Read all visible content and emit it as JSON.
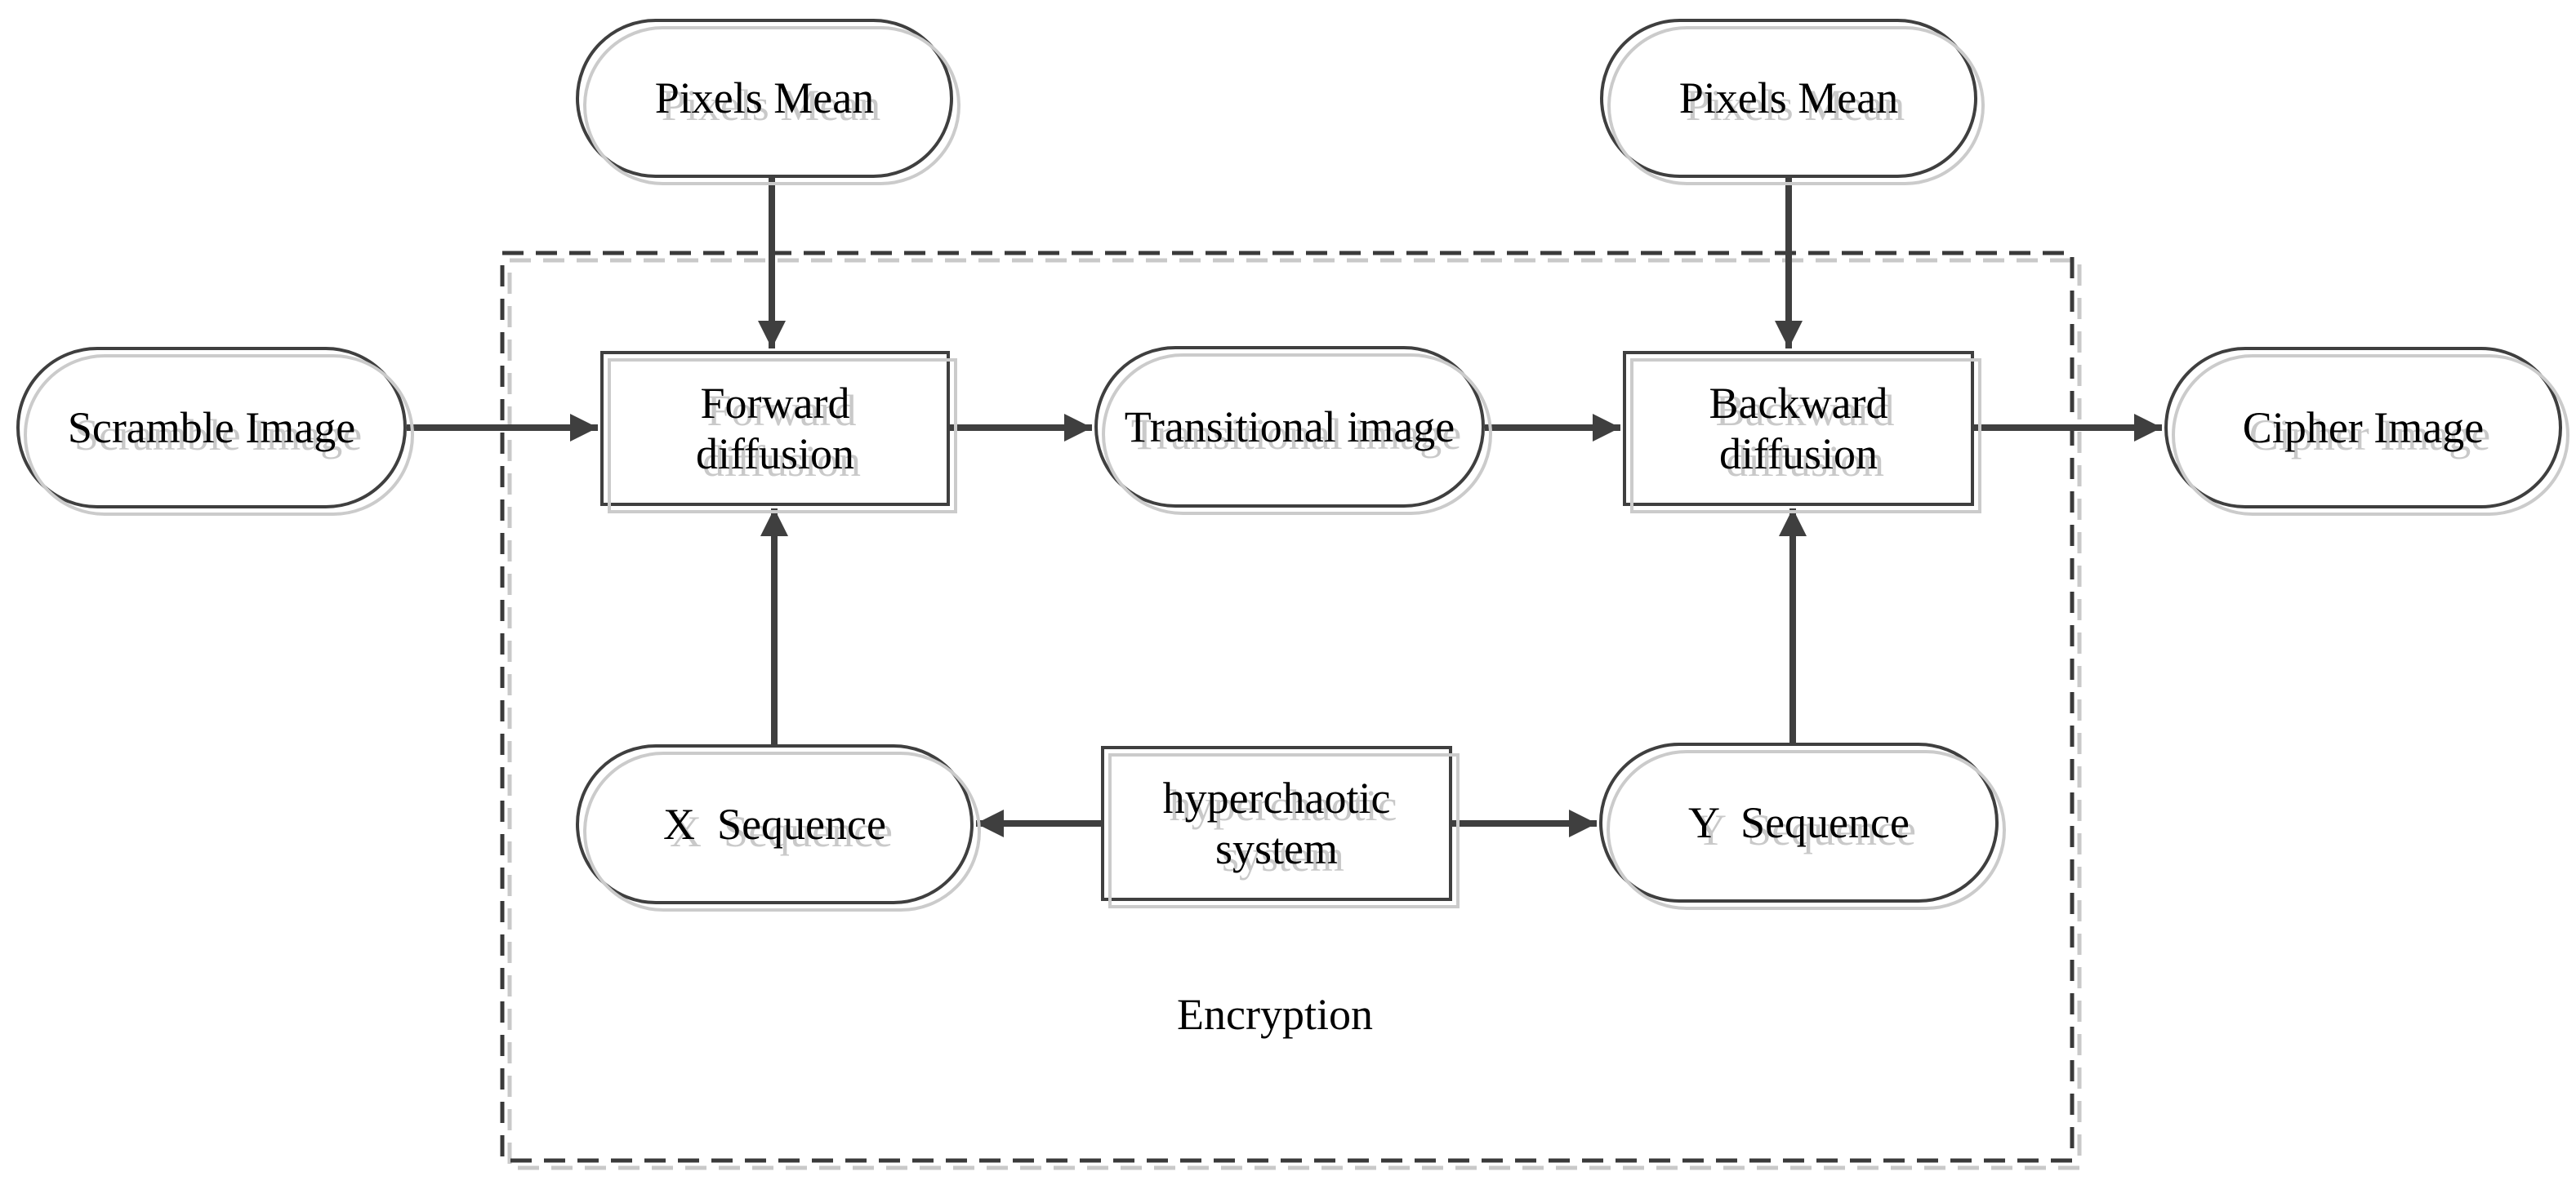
{
  "diagram": {
    "group_label": "Encryption",
    "colors": {
      "outline": "#3f3f3f",
      "shadow": "#c9c9c9",
      "background": "#ffffff",
      "text": "#000000"
    },
    "nodes": [
      {
        "id": "pixels-mean-left",
        "shape": "stadium",
        "label": "Pixels Mean"
      },
      {
        "id": "pixels-mean-right",
        "shape": "stadium",
        "label": "Pixels Mean"
      },
      {
        "id": "scramble-image",
        "shape": "stadium",
        "label": "Scramble Image"
      },
      {
        "id": "forward-diffusion",
        "shape": "rect",
        "label": "Forward\ndiffusion"
      },
      {
        "id": "transitional-image",
        "shape": "stadium",
        "label": "Transitional image"
      },
      {
        "id": "backward-diffusion",
        "shape": "rect",
        "label": "Backward\ndiffusion"
      },
      {
        "id": "cipher-image",
        "shape": "stadium",
        "label": "Cipher Image"
      },
      {
        "id": "x-sequence",
        "shape": "stadium",
        "label": "X  Sequence"
      },
      {
        "id": "hyperchaotic-system",
        "shape": "rect",
        "label": "hyperchaotic\nsystem"
      },
      {
        "id": "y-sequence",
        "shape": "stadium",
        "label": "Y  Sequence"
      }
    ],
    "edges": [
      {
        "from": "pixels-mean-left",
        "to": "forward-diffusion"
      },
      {
        "from": "pixels-mean-right",
        "to": "backward-diffusion"
      },
      {
        "from": "scramble-image",
        "to": "forward-diffusion"
      },
      {
        "from": "forward-diffusion",
        "to": "transitional-image"
      },
      {
        "from": "transitional-image",
        "to": "backward-diffusion"
      },
      {
        "from": "backward-diffusion",
        "to": "cipher-image"
      },
      {
        "from": "x-sequence",
        "to": "forward-diffusion"
      },
      {
        "from": "y-sequence",
        "to": "backward-diffusion"
      },
      {
        "from": "hyperchaotic-system",
        "to": "x-sequence"
      },
      {
        "from": "hyperchaotic-system",
        "to": "y-sequence"
      }
    ]
  }
}
